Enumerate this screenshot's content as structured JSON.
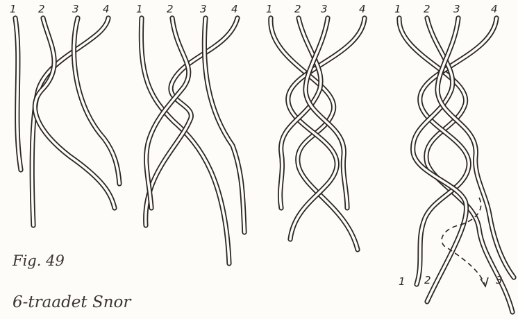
{
  "figure": {
    "number": "Fig. 49",
    "title": "6-traadet Snor"
  },
  "panels": [
    {
      "strand_labels": [
        "1",
        "2",
        "3",
        "4"
      ]
    },
    {
      "strand_labels": [
        "1",
        "2",
        "3",
        "4"
      ]
    },
    {
      "strand_labels": [
        "1",
        "2",
        "3",
        "4"
      ]
    },
    {
      "strand_labels": [
        "1",
        "2",
        "3",
        "4"
      ]
    }
  ],
  "end_labels": [
    "1",
    "2",
    "3"
  ],
  "colors": {
    "ink": "#2a2623",
    "paper": "#fdfcf8"
  }
}
